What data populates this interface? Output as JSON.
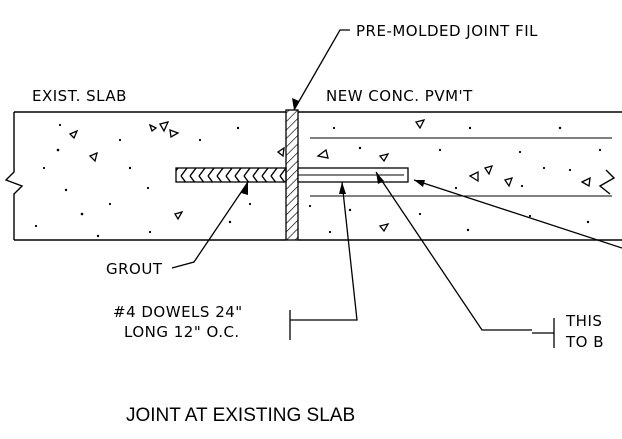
{
  "labels": {
    "joint_filler": "PRE-MOLDED  JOINT  FIL",
    "exist_slab": "EXIST.  SLAB",
    "new_pavement": "NEW  CONC.  PVM'T",
    "grout": "GROUT",
    "dowels_line1": "#4  DOWELS  24\"",
    "dowels_line2": "LONG  12\"  O.C.",
    "note_line1": "THIS",
    "note_line2": "TO  B"
  },
  "title": "JOINT AT EXISTING SLAB"
}
